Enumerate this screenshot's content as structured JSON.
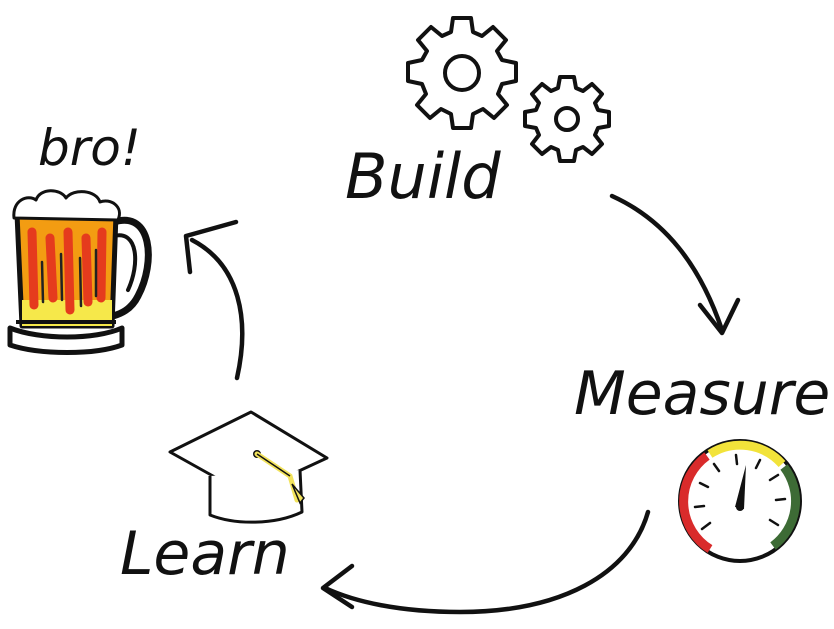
{
  "diagram": {
    "build_label": "Build",
    "measure_label": "Measure",
    "learn_label": "Learn",
    "bro_label": "bro!",
    "icons": {
      "build": "gears-icon",
      "measure": "gauge-icon",
      "learn": "graduation-cap-icon",
      "bro": "beer-mug-icon"
    },
    "colors": {
      "ink": "#111111",
      "beer_orange": "#f39c12",
      "beer_red": "#e53b1d",
      "beer_yellow": "#f6e84a",
      "foam": "#ffffff",
      "gauge_red": "#d92b2b",
      "gauge_yellow": "#f2e33a",
      "gauge_green": "#3d6b35",
      "tassel_yellow": "#f2e35c"
    }
  }
}
